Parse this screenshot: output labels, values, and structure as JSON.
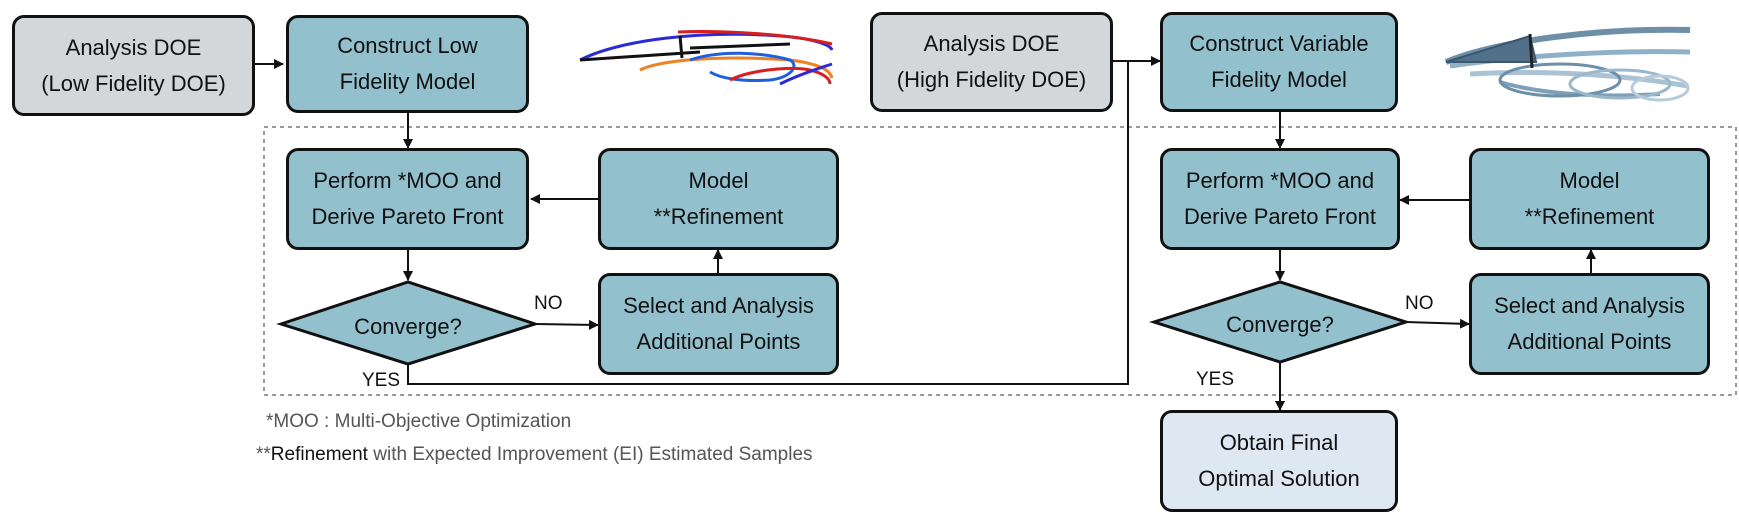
{
  "left_flow": {
    "analysis_doe": {
      "line1": "Analysis DOE",
      "line2": "(Low Fidelity DOE)"
    },
    "construct_model": {
      "line1": "Construct Low",
      "line2": "Fidelity Model"
    },
    "perform_moo": {
      "line1": "Perform  *MOO and",
      "line2": "Derive Pareto Front"
    },
    "model_refinement": {
      "line1": "Model",
      "line2": "**Refinement"
    },
    "converge": "Converge?",
    "select_points": {
      "line1": "Select and Analysis",
      "line2": "Additional Points"
    },
    "no_label": "NO",
    "yes_label": "YES"
  },
  "right_flow": {
    "analysis_doe": {
      "line1": "Analysis DOE",
      "line2": "(High Fidelity DOE)"
    },
    "construct_model": {
      "line1": "Construct Variable",
      "line2": "Fidelity Model"
    },
    "perform_moo": {
      "line1": "Perform  *MOO and",
      "line2": "Derive Pareto Front"
    },
    "model_refinement": {
      "line1": "Model",
      "line2": "**Refinement"
    },
    "converge": "Converge?",
    "select_points": {
      "line1": "Select and Analysis",
      "line2": "Additional Points"
    },
    "no_label": "NO",
    "yes_label": "YES",
    "final": {
      "line1": "Obtain Final",
      "line2": "Optimal Solution"
    }
  },
  "footnotes": {
    "moo": "*MOO : Multi-Objective Optimization",
    "refinement_prefix": "**",
    "refinement_word": "Refinement",
    "refinement_rest": " with Expected Improvement (EI) Estimated Samples"
  },
  "colors": {
    "grey_box": "#d3d7d9",
    "teal_box": "#92c0cc",
    "final_box": "#dde8f3",
    "dotted_border": "#9a9a9a"
  },
  "icons": [
    "low-fidelity-wake-lines-image",
    "high-fidelity-wake-vortex-image"
  ]
}
